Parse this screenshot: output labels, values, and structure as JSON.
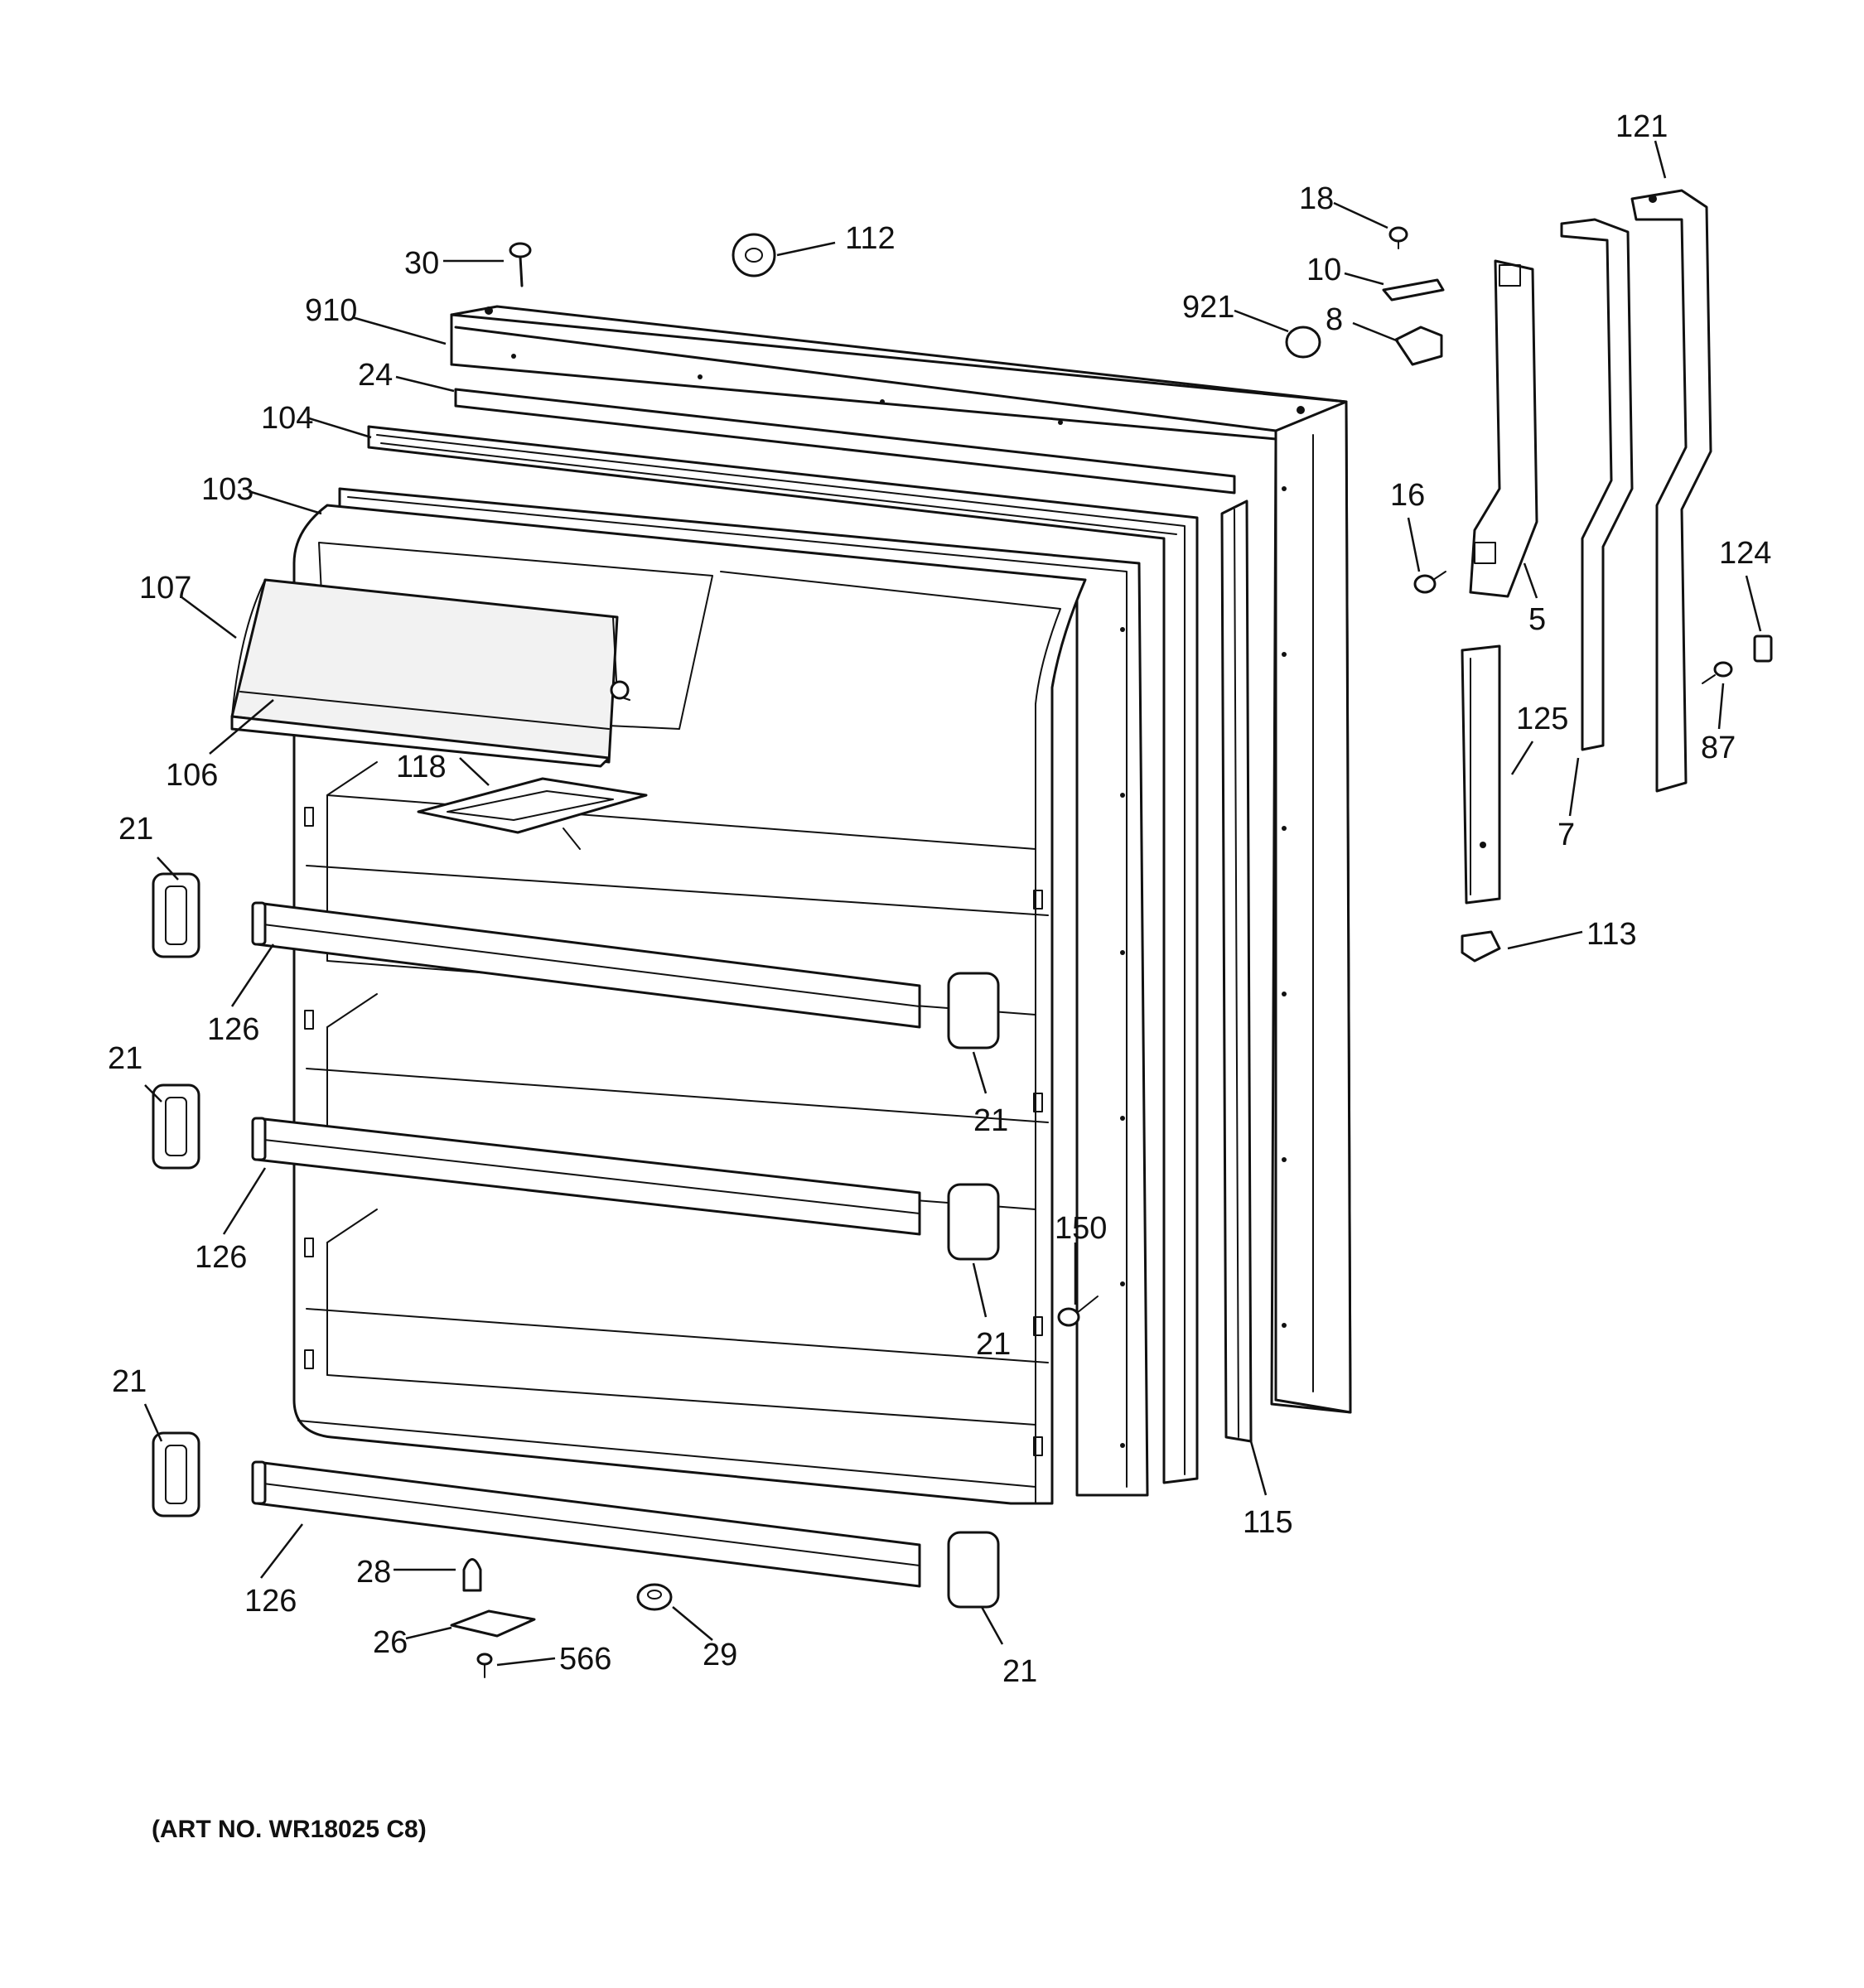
{
  "art_number": "(ART NO. WR18025 C8)",
  "labels": {
    "p121": "121",
    "p18": "18",
    "p10": "10",
    "p921": "921",
    "p8": "8",
    "p30": "30",
    "p112": "112",
    "p910": "910",
    "p24": "24",
    "p104": "104",
    "p103": "103",
    "p107": "107",
    "p106": "106",
    "p118": "118",
    "p16": "16",
    "p5": "5",
    "p124": "124",
    "p125": "125",
    "p87": "87",
    "p7": "7",
    "p113": "113",
    "p21a": "21",
    "p21b": "21",
    "p21c": "21",
    "p21d": "21",
    "p21e": "21",
    "p21f": "21",
    "p126a": "126",
    "p126b": "126",
    "p126c": "126",
    "p150": "150",
    "p115": "115",
    "p28": "28",
    "p26": "26",
    "p566": "566",
    "p29": "29"
  }
}
